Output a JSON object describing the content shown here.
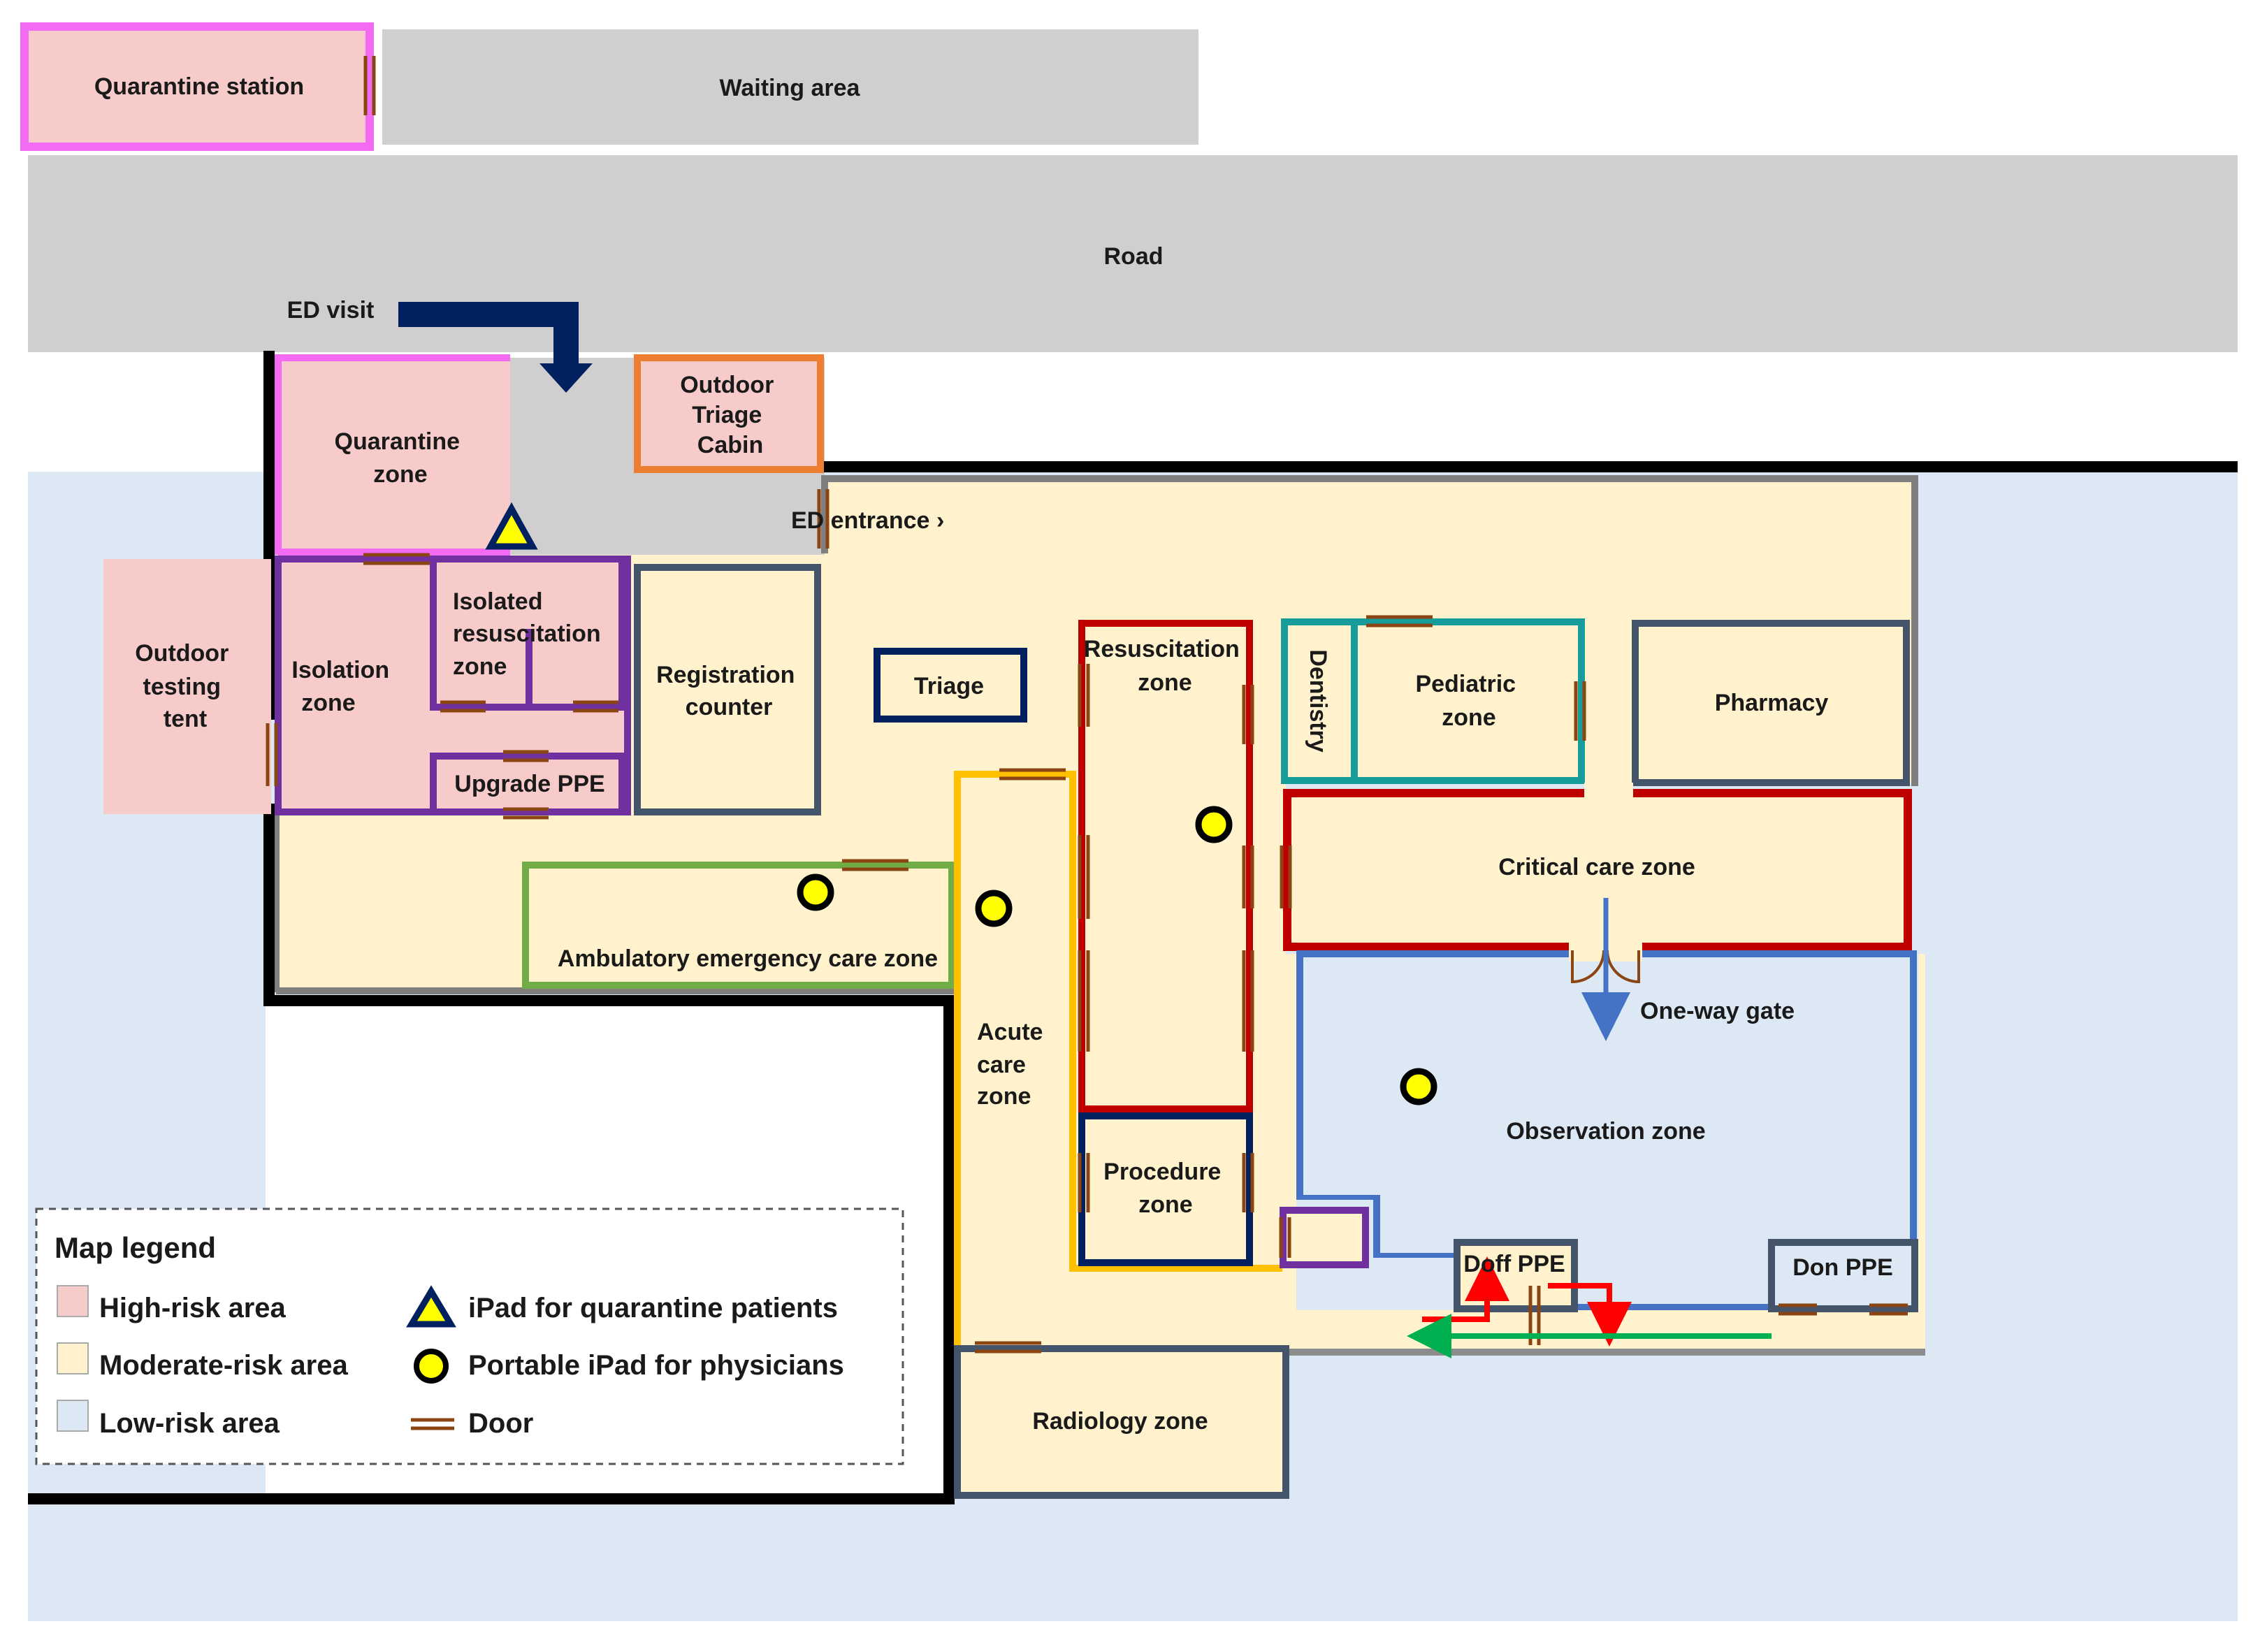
{
  "colors": {
    "high_risk": "#f8cbcb",
    "moderate_risk": "#fff2cc",
    "low_risk": "#dde8f5",
    "road": "#d0cece",
    "door": "#8b4513",
    "ipad_circle": "#ffff00",
    "quarantine_border": "#f26bf2",
    "isolation_border": "#7030a0",
    "registration_border": "#44546a",
    "triage_border": "#002060",
    "resuscitation_border": "#c00000",
    "acute_border": "#ffc000",
    "ambulatory_border": "#70ad47",
    "dentistry_border": "#179c9c",
    "observation_border": "#4472c4",
    "outdoor_triage_border": "#ed7d31",
    "arrow_dark": "#002060",
    "arrow_red": "#ff0000",
    "arrow_green": "#00b050"
  },
  "labels": {
    "quarantine_station": "Quarantine station",
    "waiting_area": "Waiting area",
    "road": "Road",
    "ed_visit": "ED visit",
    "outdoor_triage_cabin": [
      "Outdoor",
      "Triage",
      "Cabin"
    ],
    "quarantine_zone": [
      "Quarantine",
      "zone"
    ],
    "ed_entrance": "ED entrance",
    "outdoor_testing_tent": [
      "Outdoor",
      "testing",
      "tent"
    ],
    "isolation_zone": [
      "Isolation",
      "zone"
    ],
    "isolated_resuscitation_zone": [
      "Isolated",
      "resuscitation",
      "zone"
    ],
    "upgrade_ppe": "Upgrade PPE",
    "registration_counter": [
      "Registration",
      "counter"
    ],
    "triage": "Triage",
    "resuscitation_zone": [
      "Resuscitation",
      "zone"
    ],
    "dentistry": "Dentistry",
    "pediatric_zone": [
      "Pediatric",
      "zone"
    ],
    "pharmacy": "Pharmacy",
    "critical_care_zone": "Critical care zone",
    "ambulatory_emergency_care_zone": "Ambulatory emergency care zone",
    "acute_care_zone": [
      "Acute",
      "care",
      "zone"
    ],
    "one_way_gate": "One-way gate",
    "observation_zone": "Observation zone",
    "procedure_zone": [
      "Procedure",
      "zone"
    ],
    "doff_ppe": "Doff PPE",
    "don_ppe": "Don PPE",
    "radiology_zone": "Radiology zone"
  },
  "legend": {
    "title": "Map legend",
    "high_risk": "High-risk area",
    "moderate_risk": "Moderate-risk area",
    "low_risk": "Low-risk area",
    "ipad_quarantine": "iPad for quarantine patients",
    "portable_ipad": "Portable iPad for physicians",
    "door": "Door"
  }
}
